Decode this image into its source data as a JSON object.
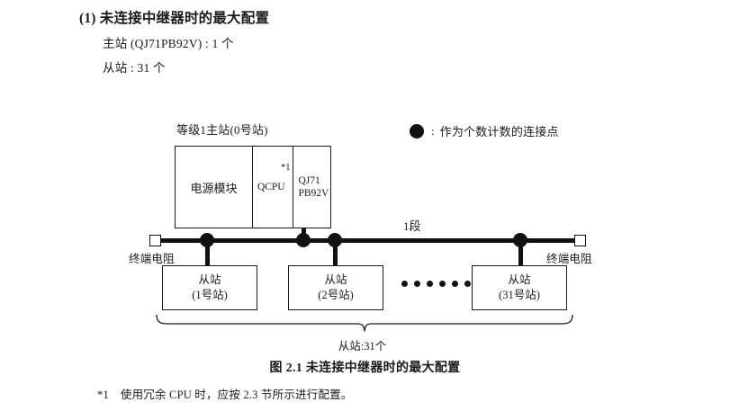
{
  "heading": {
    "title": "(1) 未连接中继器时的最大配置",
    "lines": [
      "主站 (QJ71PB92V) : 1 个",
      "从站 : 31 个"
    ]
  },
  "legend": {
    "marker": "filled-circle",
    "separator": ":",
    "text": "作为个数计数的连接点"
  },
  "diagram": {
    "master": {
      "caption": "等级1主站(0号站)",
      "modules": [
        {
          "label": "电源模块",
          "name": "power-supply-module"
        },
        {
          "label": "QCPU",
          "footnote_mark": "*1",
          "name": "qcpu-module"
        },
        {
          "label": "QJ71\nPB92V",
          "line1": "QJ71",
          "line2": "PB92V",
          "name": "qj71pb92v-module"
        }
      ]
    },
    "bus": {
      "segment_label": "1段",
      "terminator_left_label": "终端电阻",
      "terminator_right_label": "终端电阻",
      "node_count": 4
    },
    "slaves": [
      {
        "line1": "从站",
        "line2": "(1号站)"
      },
      {
        "line1": "从站",
        "line2": "(2号站)"
      },
      {
        "line1": "从站",
        "line2": "(31号站)"
      }
    ],
    "ellipsis_dots": 6,
    "brace_label": "从站:31个"
  },
  "figure": {
    "caption": "图 2.1  未连接中继器时的最大配置"
  },
  "footnote": {
    "mark": "*1",
    "text": "使用冗余 CPU 时，应按 2.3 节所示进行配置。"
  }
}
